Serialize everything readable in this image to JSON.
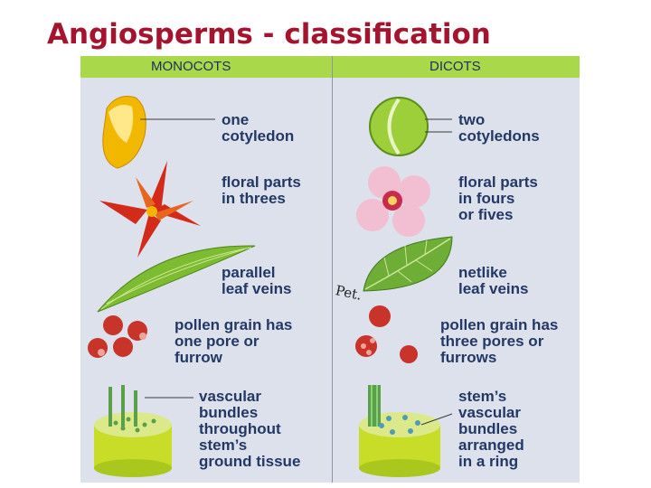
{
  "title": "Angiosperms - classification",
  "header": {
    "left": "MONOCOTS",
    "right": "DICOTS"
  },
  "monocots": [
    {
      "lines": [
        "one",
        "cotyledon"
      ]
    },
    {
      "lines": [
        "floral parts",
        "in threes"
      ]
    },
    {
      "lines": [
        "parallel",
        "leaf veins"
      ]
    },
    {
      "lines": [
        "pollen grain has",
        "one pore or",
        "furrow"
      ]
    },
    {
      "lines": [
        "vascular",
        "bundles",
        "throughout",
        "stem’s",
        "ground tissue"
      ]
    }
  ],
  "dicots": [
    {
      "lines": [
        "two",
        "cotyledons"
      ]
    },
    {
      "lines": [
        "floral parts",
        "in fours",
        "or fives"
      ]
    },
    {
      "lines": [
        "netlike",
        "leaf veins"
      ]
    },
    {
      "lines": [
        "pollen grain has",
        "three pores or",
        "furrows"
      ]
    },
    {
      "lines": [
        "stem’s",
        "vascular",
        "bundles",
        "arranged",
        "in a ring"
      ]
    }
  ],
  "annotation": "Pet.",
  "colors": {
    "title": "#a5142e",
    "header": "#a9d84a",
    "panel": "#dce1ec",
    "label": "#243866"
  }
}
